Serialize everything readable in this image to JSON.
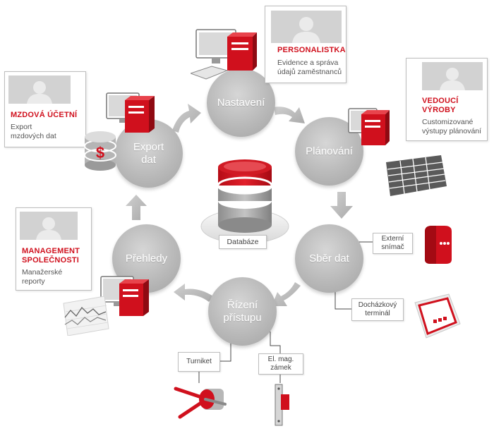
{
  "nodes": {
    "nastaveni": "Nastavení",
    "planovani": "Plánování",
    "sber_dat": "Sběr dat",
    "rizeni_pristupu": "Řízení\npřístupu",
    "prehledy": "Přehledy",
    "export_dat": "Export\ndat"
  },
  "center": {
    "database_label": "Databáze"
  },
  "cards": {
    "personalistka": {
      "role": "PERSONALISTKA",
      "desc": "Evidence a správa\núdajů zaměstnanců"
    },
    "vedouci_vyroby": {
      "role": "VEDOUCÍ\nVÝROBY",
      "desc": "Customizované\nvýstupy plánování"
    },
    "mzdova_ucetni": {
      "role": "MZDOVÁ ÚČETNÍ",
      "desc": "Export\nmzdových dat"
    },
    "management": {
      "role": "MANAGEMENT\nSPOLEČNOSTI",
      "desc": "Manažerské\nreporty"
    }
  },
  "devices": {
    "externi_snimac": "Externí\nsnímač",
    "dochazkovy_terminal": "Docházkový\nterminál",
    "turniket": "Turniket",
    "el_mag_zamek": "El. mag.\nzámek"
  },
  "colors": {
    "accent": "#d0101d",
    "node_gray": "#b9b9b9",
    "arrow_gray": "#bfbfbf"
  },
  "icons": [
    "computer-icon",
    "database-icon",
    "dollar-icon",
    "table-icon",
    "card-reader-icon",
    "terminal-icon",
    "turnstile-icon",
    "lock-icon",
    "line-chart-icon",
    "person-icon"
  ]
}
